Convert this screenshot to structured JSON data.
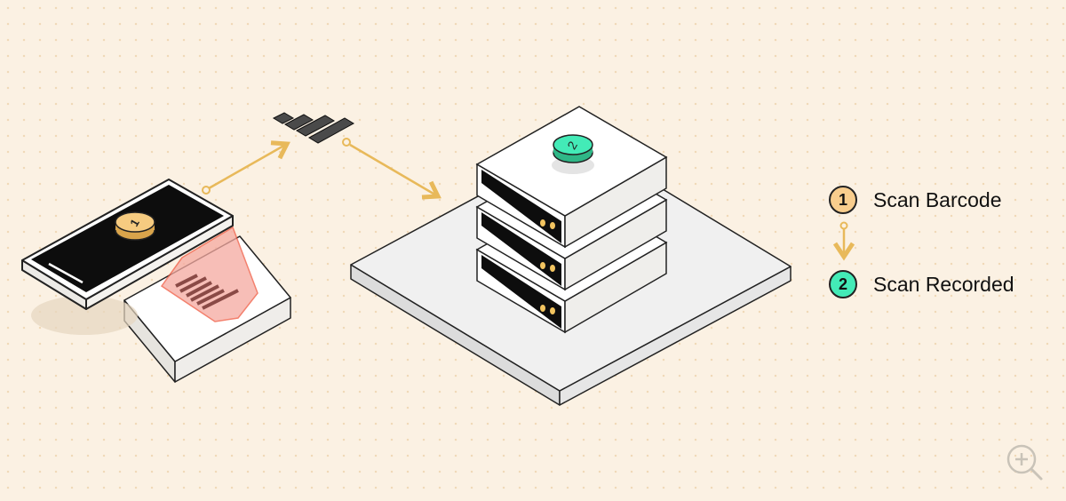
{
  "diagram": {
    "steps": [
      {
        "number": "1",
        "label": "Scan Barcode",
        "color": "#f8cd8d"
      },
      {
        "number": "2",
        "label": "Scan Recorded",
        "color": "#43ebb7"
      }
    ],
    "connector_color": "#e8b95a"
  },
  "controls": {
    "zoom_icon": "zoom-in-icon"
  }
}
